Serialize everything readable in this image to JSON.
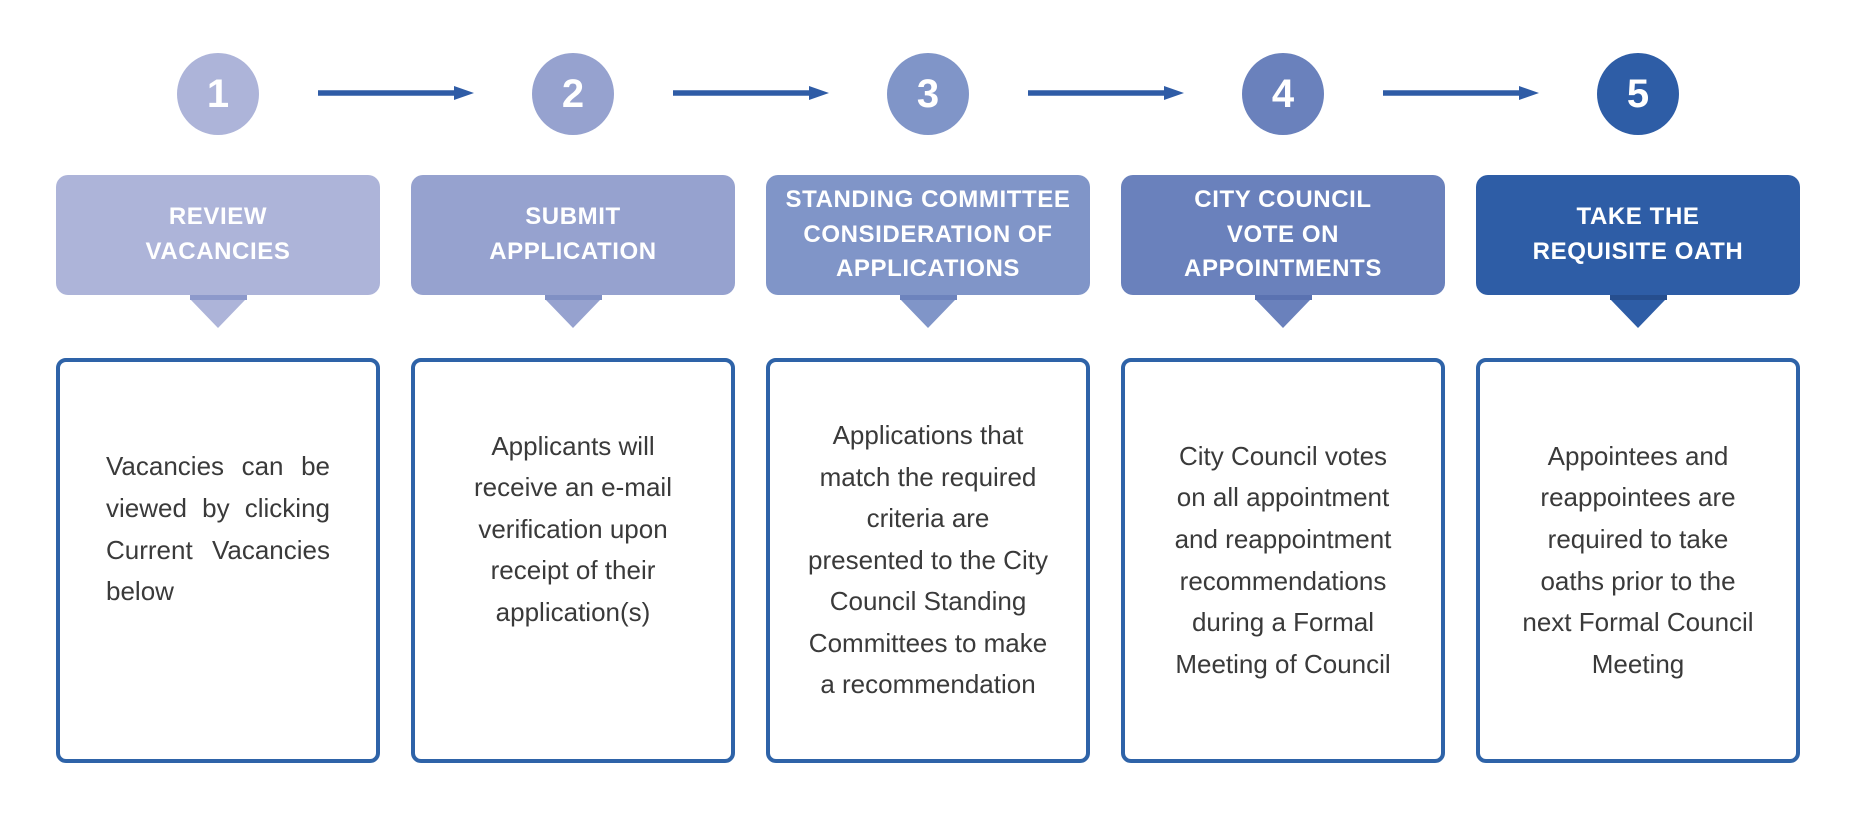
{
  "colors": {
    "arrow": "#2f5ca6",
    "box_border": "#2e63a8",
    "header_text": "#ffffff",
    "body_text": "#3a3a3a",
    "background": "#ffffff"
  },
  "steps": [
    {
      "number": "1",
      "title": "REVIEW\nVACANCIES",
      "description": "Vacancies can be viewed by clicking Current Vacancies below",
      "color": "#adb4d9",
      "notch_color": "#8d99cb"
    },
    {
      "number": "2",
      "title": "SUBMIT\nAPPLICATION",
      "description": "Applicants will receive an e-mail verification upon receipt of their application(s)",
      "color": "#96a2cf",
      "notch_color": "#8090c4"
    },
    {
      "number": "3",
      "title": "STANDING COMMITTEE\nCONSIDERATION OF\nAPPLICATIONS",
      "description": "Applications that match the required criteria are presented to the City Council Standing Committees to make a recommendation",
      "color": "#8095c8",
      "notch_color": "#6d83bd"
    },
    {
      "number": "4",
      "title": "CITY COUNCIL\nVOTE ON\nAPPOINTMENTS",
      "description": "City Council votes on all appointment and reappointment recommendations during a Formal Meeting of Council",
      "color": "#6a81bc",
      "notch_color": "#5a72b1"
    },
    {
      "number": "5",
      "title": "TAKE THE\nREQUISITE OATH",
      "description": "Appointees and reappointees are required to take oaths prior to the next Formal Council Meeting",
      "color": "#2e5da6",
      "notch_color": "#264e8e"
    }
  ]
}
